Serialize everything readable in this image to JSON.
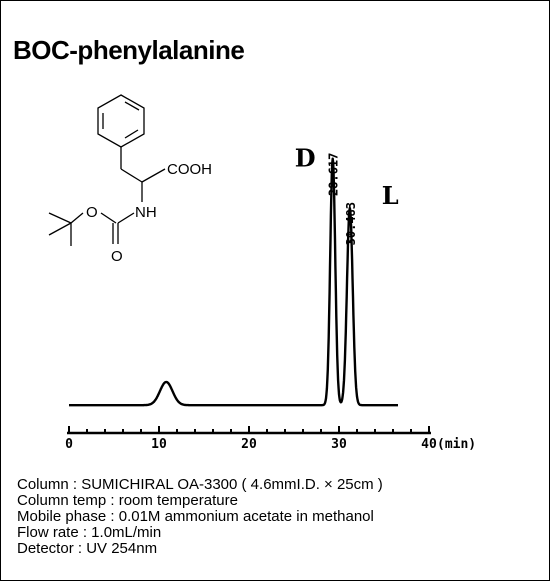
{
  "title": "BOC-phenylalanine",
  "molecule": {
    "groups": {
      "acid": "COOH",
      "amine": "NH",
      "ester_o": "O",
      "carbonyl_o": "O"
    }
  },
  "chart_data": {
    "type": "line",
    "xlabel": "(min)",
    "xlim": [
      0,
      40
    ],
    "xticks": [
      0,
      10,
      20,
      30,
      40
    ],
    "grid": false,
    "baseline": 0.02,
    "peaks": [
      {
        "t": 10.8,
        "height": 0.08,
        "width": 0.7,
        "label": ""
      },
      {
        "t": 29.3,
        "height": 0.85,
        "width": 0.28,
        "label": "28.617",
        "enantiomer": "D"
      },
      {
        "t": 31.2,
        "height": 0.68,
        "width": 0.32,
        "label": "30.483",
        "enantiomer": "L"
      }
    ]
  },
  "conditions": [
    "Column : SUMICHIRAL OA-3300 ( 4.6mmI.D. × 25cm )",
    "Column temp : room temperature",
    "Mobile phase : 0.01M ammonium acetate in methanol",
    "Flow rate : 1.0mL/min",
    "Detector : UV 254nm"
  ]
}
